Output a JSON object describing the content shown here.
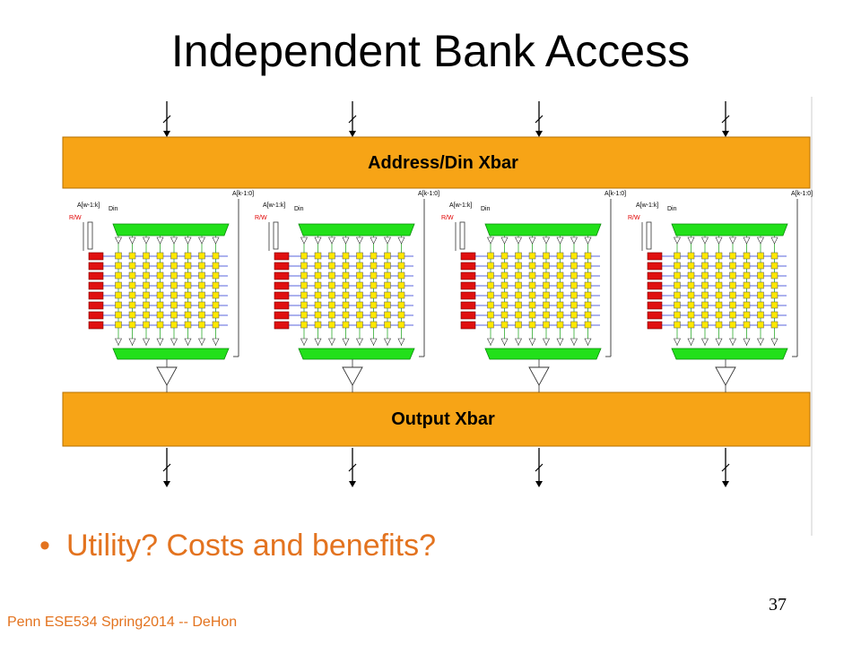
{
  "slide": {
    "title": "Independent Bank Access",
    "bullet": "Utility? Costs and benefits?",
    "footer": "Penn ESE534 Spring2014 -- DeHon",
    "page_number": "37"
  },
  "diagram": {
    "top_bar_label": "Address/Din Xbar",
    "bottom_bar_label": "Output Xbar",
    "bank_labels": {
      "addr_high": "A[w-1:k]",
      "din": "Din",
      "addr_low": "A[k-1:0]",
      "rw": "R/W"
    },
    "bank_count": 4,
    "colors": {
      "xbar_fill": "#f7a416",
      "xbar_stroke": "#b56f00",
      "cell_fill": "#ffe800",
      "decoder_fill": "#e01010",
      "mux_fill": "#22e01a",
      "wordline": "#2030d0",
      "bitline": "#10a010",
      "rw_text": "#e00000"
    }
  }
}
